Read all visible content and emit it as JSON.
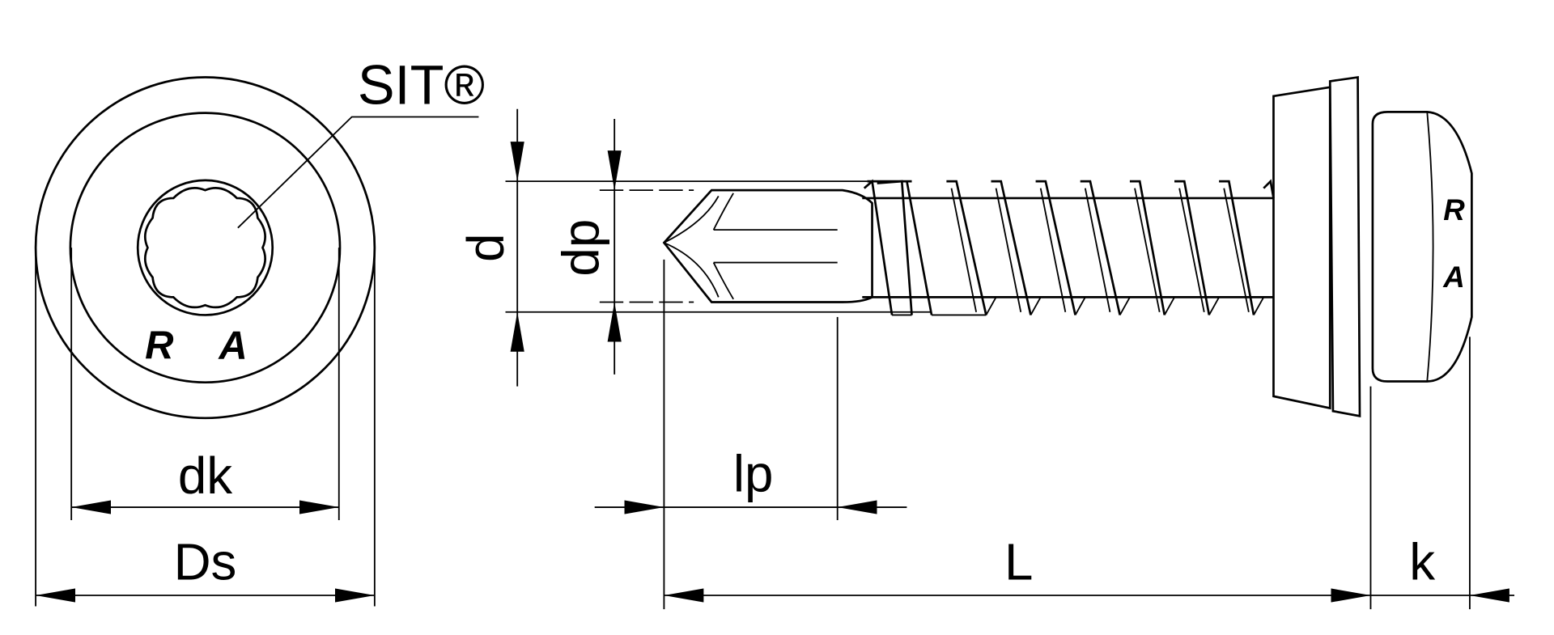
{
  "labels": {
    "brand": "SIT®",
    "head_marking": "R A",
    "dk": "dk",
    "Ds": "Ds",
    "d": "d",
    "dp": "dp",
    "lp": "lp",
    "L": "L",
    "k": "k"
  },
  "colors": {
    "line": "#000000",
    "background": "#ffffff"
  }
}
